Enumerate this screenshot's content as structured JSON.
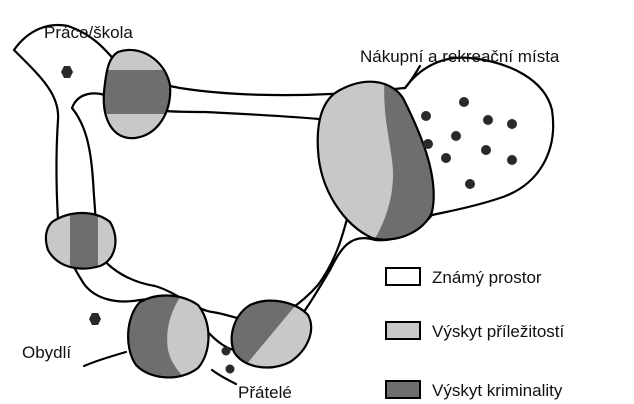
{
  "labels": {
    "work": "Práce/škola",
    "shopping": "Nákupní a rekreační místa",
    "home": "Obydlí",
    "friends": "Přátelé"
  },
  "legend": {
    "known_space": "Známý prostor",
    "opportunity": "Výskyt příležitostí",
    "crime": "Výskyt kriminality"
  },
  "colors": {
    "opportunity": "#c8c8c8",
    "crime": "#6e6e6e",
    "outline": "#000000",
    "dots": "#2a2a2a"
  }
}
